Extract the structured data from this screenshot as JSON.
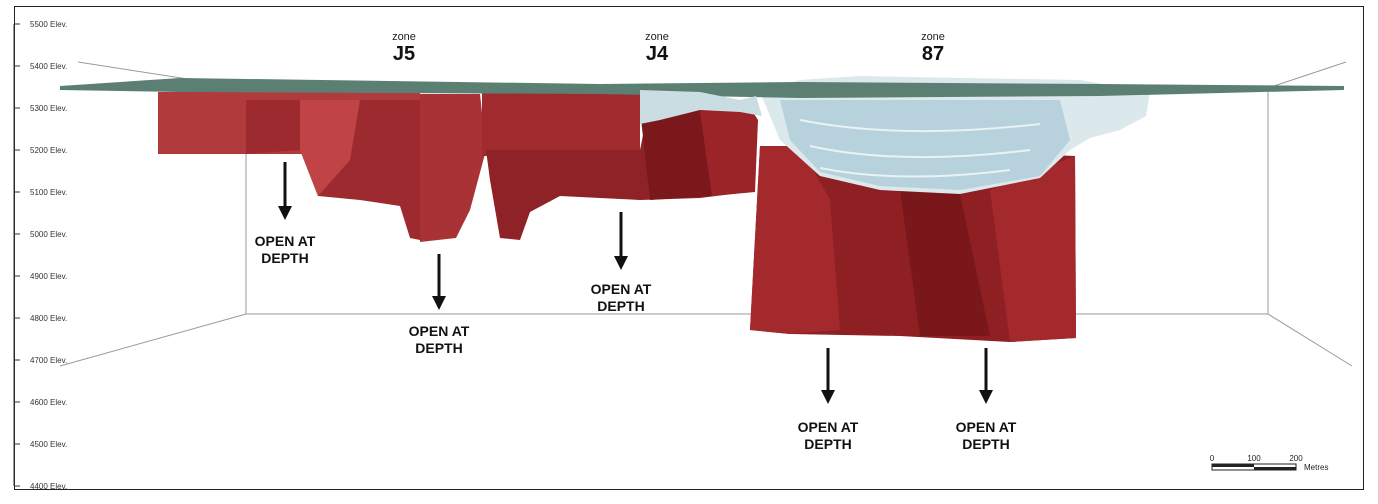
{
  "elevation_axis": {
    "labels": [
      "5500 Elev.",
      "5400 Elev.",
      "5300 Elev.",
      "5200 Elev.",
      "5100 Elev.",
      "5000 Elev.",
      "4900 Elev.",
      "4800 Elev.",
      "4700 Elev.",
      "4600 Elev.",
      "4500 Elev.",
      "4400 Elev."
    ]
  },
  "zones": [
    {
      "prefix": "zone",
      "name": "J5"
    },
    {
      "prefix": "zone",
      "name": "J4"
    },
    {
      "prefix": "zone",
      "name": "87"
    }
  ],
  "open_at_depth": [
    {
      "line1": "OPEN AT",
      "line2": "DEPTH"
    },
    {
      "line1": "OPEN AT",
      "line2": "DEPTH"
    },
    {
      "line1": "OPEN AT",
      "line2": "DEPTH"
    },
    {
      "line1": "OPEN AT",
      "line2": "DEPTH"
    },
    {
      "line1": "OPEN AT",
      "line2": "DEPTH"
    }
  ],
  "scale_bar": {
    "ticks": [
      "0",
      "100",
      "200"
    ],
    "unit": "Metres"
  },
  "colors": {
    "ore_body": "#9b2226",
    "ore_body_dark": "#6d1418",
    "ore_body_light": "#b8393c",
    "pit_ice": "#dbe8ec",
    "pit_blue": "#a9c7d2",
    "surface": "#5c7f74"
  }
}
